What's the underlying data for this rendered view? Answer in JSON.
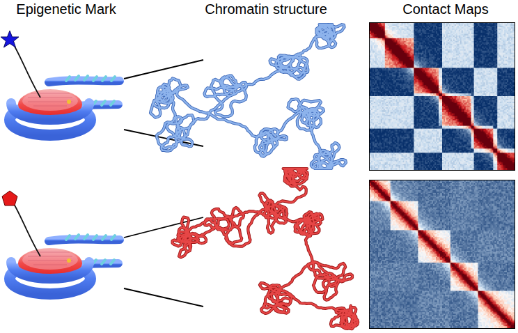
{
  "diagram": {
    "labels": [
      "Epigenetic Mark",
      "Chromatin structure",
      "Contact Maps"
    ]
  }
}
